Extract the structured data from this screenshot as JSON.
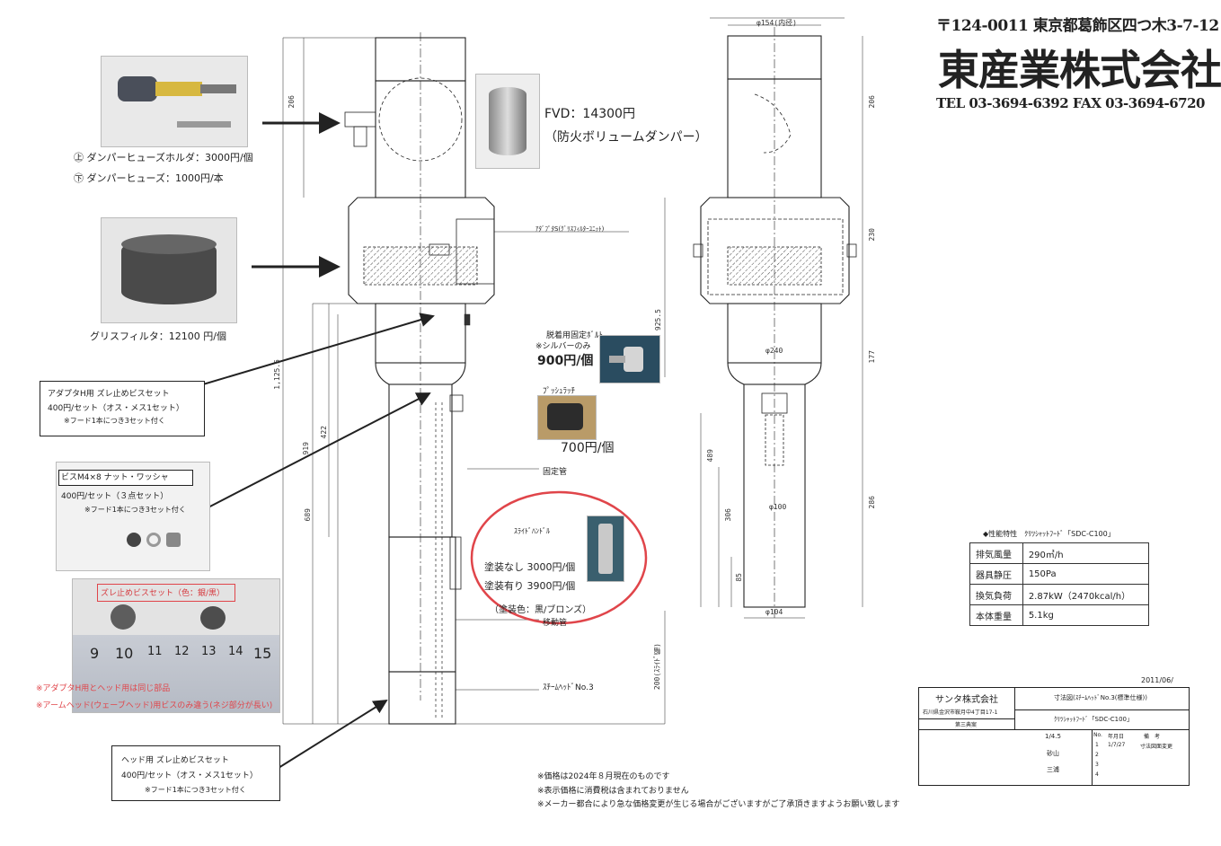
{
  "company": {
    "address": "〒124-0011 東京都葛飾区四つ木3-7-12",
    "name": "東産業株式会社",
    "tel_fax": "TEL 03-3694-6392 FAX 03-3694-6720"
  },
  "parts": {
    "fuse_holder": "㊤ ダンパーヒューズホルダ：3000円/個",
    "fuse": "㊦ ダンパーヒューズ：1000円/本",
    "fvd_price": "FVD：14300円",
    "fvd_name": "（防火ボリュームダンパー）",
    "grease_filter": "グリスフィルタ：12100 円/個",
    "adapter_title": "アダプタH用 ズレ止めビスセット",
    "adapter_price": "400円/セット（オス・メス1セット）",
    "adapter_note": "※フード1本につき3セット付く",
    "screw_title": "ビスM4×8 ナット・ワッシャ",
    "screw_price": "400円/セット（３点セット）",
    "screw_note": "※フード1本につき3セット付く",
    "slip_label": "ズレ止めビスセット（色：銀/黒）",
    "slip_note1": "※アダプタH用とヘッド用は同じ部品",
    "slip_note2": "※アームヘッド(ウェーブヘッド)用ビスのみ違う(ネジ部分が長い)",
    "head_title": "ヘッド用 ズレ止めビスセット",
    "head_price": "400円/セット（オス・メス1セット）",
    "head_note": "※フード1本につき3セット付く",
    "fix_bolt_label": "脱着用固定ﾎﾞﾙﾄ",
    "fix_bolt_note": "※シルバーのみ",
    "fix_bolt_price": "900円/個",
    "push_latch_label": "ﾌﾟｯｼｭﾗｯﾁ",
    "push_latch_price": "700円/個",
    "slide_handle_label": "ｽﾗｲﾄﾞﾊﾝﾄﾞﾙ",
    "slide_unpainted": "塗装なし 3000円/個",
    "slide_painted": "塗装有り 3900円/個",
    "slide_colors": "（塗装色：黒/ブロンズ）"
  },
  "drawing_labels": {
    "adapter_unit": "ｱﾀﾞﾌﾟﾀS(ｸﾞﾘｽﾌｨﾙﾀｰﾕﾆｯﾄ)",
    "fixed_pipe": "固定管",
    "moving_pipe": "移動管",
    "steam_head": "ｽﾁｰﾑﾍｯﾄﾞNo.3"
  },
  "dimensions": {
    "left_206": "206",
    "total_1125": "1,125.5",
    "d_925": "925.5",
    "d_919": "919",
    "d_422": "422",
    "d_689": "689",
    "d_200": "200(ｽﾗｲﾄﾞ幅)",
    "top_dia": "φ154(内径)",
    "right_206": "206",
    "right_230": "230",
    "right_177": "177",
    "right_286": "286",
    "d_489": "489",
    "d_306": "306",
    "d_85": "85",
    "dia_240": "φ240",
    "dia_100": "φ100",
    "dia_104": "φ104"
  },
  "ruler": {
    "ticks": [
      "9",
      "10",
      "11",
      "12",
      "13",
      "14",
      "15"
    ]
  },
  "spec": {
    "title": "◆性能特性　ｸﾘﾂｼｬｯﾄﾌｰﾄﾞ「SDC-C100」",
    "rows": [
      {
        "label": "排気風量",
        "value": "290㎥/h"
      },
      {
        "label": "器具静圧",
        "value": "150Pa"
      },
      {
        "label": "換気負荷",
        "value": "2.87kW（2470kcal/h）"
      },
      {
        "label": "本体重量",
        "value": "5.1kg"
      }
    ]
  },
  "title_block": {
    "date": "2011/06/",
    "maker": "サンタ株式会社",
    "maker_address": "石川県金沢市鞍月中4丁目17-1",
    "dept": "第三典案",
    "drawing_name": "寸法図(ｽﾁｰﾑﾍｯﾄﾞNo.3(標準仕様))",
    "model": "ｸﾘﾂｼｬｯﾄﾌｰﾄﾞ「SDC-C100」",
    "scale": "1/4.5",
    "checker": "砂山",
    "drafter": "三浦",
    "rev_header_no": "No.",
    "rev_header_date": "年月日",
    "rev_header_note": "備　考",
    "rev1": "1",
    "rev1_date": "1/7/27",
    "rev1_note": "寸法図面変更",
    "rev2": "2",
    "rev3": "3",
    "rev4": "4"
  },
  "footer": {
    "note1": "※価格は2024年８月現在のものです",
    "note2": "※表示価格に消費税は含まれておりません",
    "note3": "※メーカー都合により急な価格変更が生じる場合がございますがご了承頂きますようお願い致します"
  }
}
